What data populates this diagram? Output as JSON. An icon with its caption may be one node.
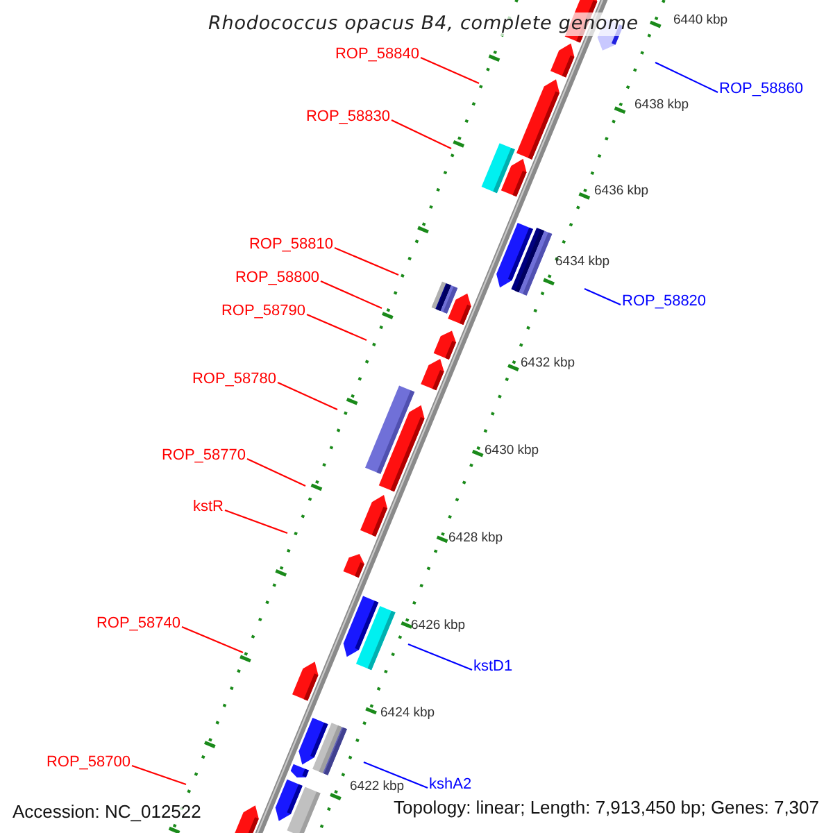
{
  "diagram": {
    "title": "Rhodococcus opacus B4, complete genome",
    "nodes": [
      {
        "text": [
          "ROP_58840"
        ]
      },
      {
        "text": [
          "ROP_58860"
        ]
      },
      {
        "text": [
          "ROP_58830"
        ]
      },
      {
        "text": [
          "ROP_58810"
        ]
      },
      {
        "text": [
          "ROP_58800"
        ]
      },
      {
        "text": [
          "ROP_58820"
        ]
      },
      {
        "text": [
          "ROP_58790"
        ]
      },
      {
        "text": [
          "ROP_58780"
        ]
      },
      {
        "text": [
          "ROP_58770"
        ]
      },
      {
        "text": [
          "kstR"
        ]
      },
      {
        "text": [
          "ROP_58740"
        ]
      },
      {
        "text": [
          "kstD1"
        ]
      },
      {
        "text": [
          "ROP_58700"
        ]
      },
      {
        "text": [
          "kshA2"
        ]
      }
    ],
    "edges": [
      {
        "from": 0,
        "to": null,
        "arrow": "none"
      },
      {
        "from": 1,
        "to": null,
        "arrow": "none",
        "color": "#0000ff"
      },
      {
        "from": 2,
        "to": null,
        "arrow": "none"
      },
      {
        "from": 3,
        "to": null,
        "arrow": "none"
      },
      {
        "from": 4,
        "to": null,
        "arrow": "none"
      },
      {
        "from": 5,
        "to": null,
        "arrow": "none",
        "color": "#0000ff"
      },
      {
        "from": 6,
        "to": null,
        "arrow": "none"
      },
      {
        "from": 7,
        "to": null,
        "arrow": "none"
      },
      {
        "from": 8,
        "to": null,
        "arrow": "none"
      },
      {
        "from": 9,
        "to": null,
        "arrow": "none"
      },
      {
        "from": 10,
        "to": null,
        "arrow": "none"
      },
      {
        "from": 11,
        "to": null,
        "arrow": "none",
        "color": "#0000ff"
      },
      {
        "from": 12,
        "to": null,
        "arrow": "none"
      },
      {
        "from": 13,
        "to": null,
        "arrow": "none",
        "color": "#0000ff"
      }
    ],
    "labels": [
      "6440 kbp",
      "6438 kbp",
      "6436 kbp",
      "6434 kbp",
      "6432 kbp",
      "6430 kbp",
      "6428 kbp",
      "6426 kbp",
      "6424 kbp",
      "6422 kbp",
      "Accession: NC_012522",
      "Topology: linear; Length: 7,913,450 bp; Genes: 7,307"
    ]
  }
}
